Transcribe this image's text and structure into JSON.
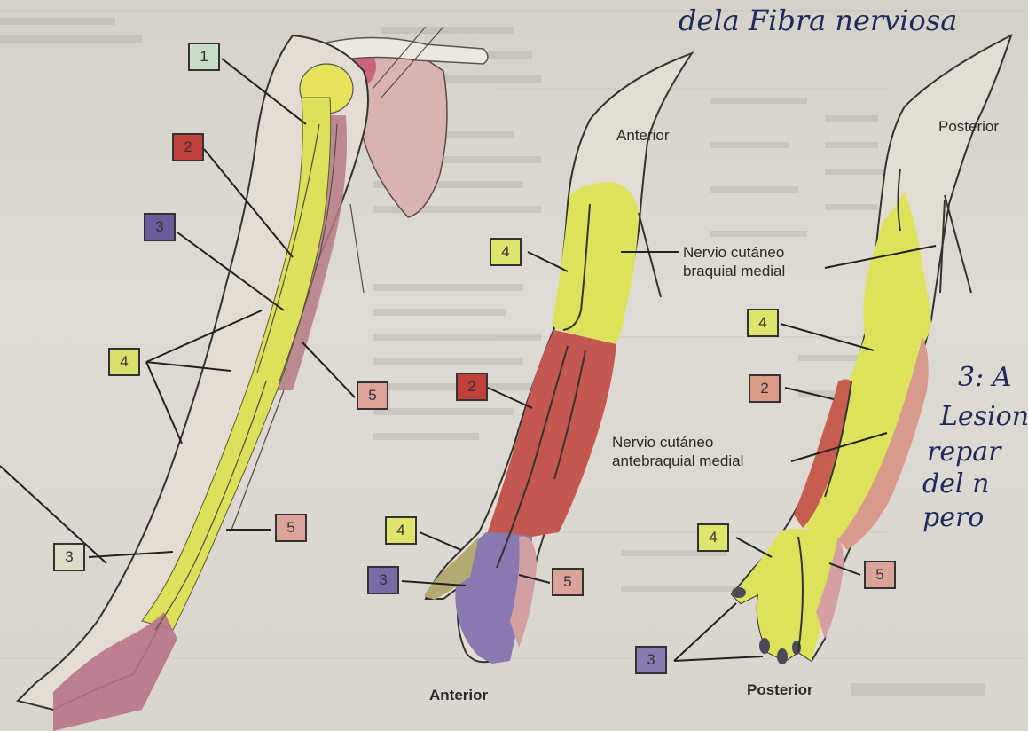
{
  "handwriting": {
    "top": "dela Fibra nerviosa",
    "right_lines": [
      "3: A",
      "Lesion",
      "repar",
      "del n",
      "pero"
    ]
  },
  "views": {
    "anterior_label": "Anterior",
    "posterior_label": "Posterior",
    "anterior_caption": "Anterior",
    "posterior_caption": "Posterior"
  },
  "nerve_labels": {
    "brachial_line1": "Nervio cutáneo",
    "brachial_line2": "braquial medial",
    "antebrachial_line1": "Nervio cutáneo",
    "antebrachial_line2": "antebraquial medial"
  },
  "boxes": [
    {
      "id": "b1",
      "num": "1",
      "color": "#c9dcc6"
    },
    {
      "id": "b2a",
      "num": "2",
      "color": "#c0413a"
    },
    {
      "id": "b3a",
      "num": "3",
      "color": "#6b5a9c"
    },
    {
      "id": "b4a",
      "num": "4",
      "color": "#d9df6a"
    },
    {
      "id": "b5a",
      "num": "5",
      "color": "#dca39b"
    },
    {
      "id": "b5b",
      "num": "5",
      "color": "#dca39b"
    },
    {
      "id": "b3b",
      "num": "3",
      "color": "#dcdcc8"
    },
    {
      "id": "b4b",
      "num": "4",
      "color": "#dfe46c"
    },
    {
      "id": "b2b",
      "num": "2",
      "color": "#c0413a"
    },
    {
      "id": "b4c",
      "num": "4",
      "color": "#dfe46c"
    },
    {
      "id": "b3c",
      "num": "3",
      "color": "#7a6aa8"
    },
    {
      "id": "b5c",
      "num": "5",
      "color": "#dca39b"
    },
    {
      "id": "b4d",
      "num": "4",
      "color": "#dfe46c"
    },
    {
      "id": "b2c",
      "num": "2",
      "color": "#d99a88"
    },
    {
      "id": "b4e",
      "num": "4",
      "color": "#dfe46c"
    },
    {
      "id": "b5d",
      "num": "5",
      "color": "#dca39b"
    },
    {
      "id": "b3d",
      "num": "3",
      "color": "#8a7cb0"
    }
  ],
  "colors": {
    "yellow": "#dfe35a",
    "red": "#c0524a",
    "purple": "#7d6aa6",
    "pink": "#d7a49c",
    "outline": "#2e2e2e"
  }
}
